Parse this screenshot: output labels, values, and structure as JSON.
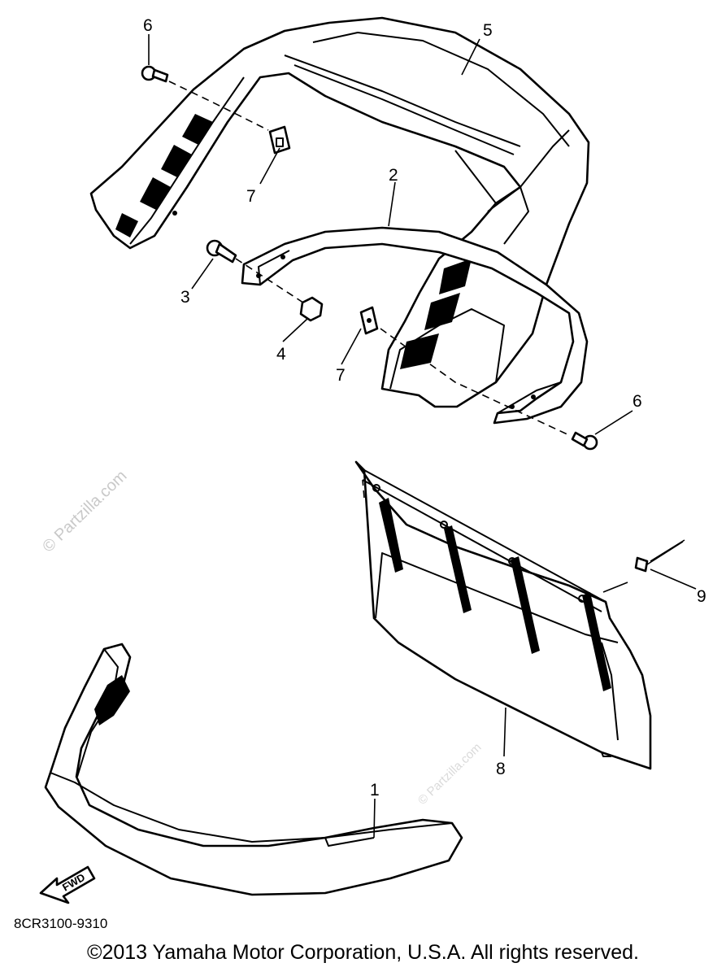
{
  "diagram": {
    "callouts": {
      "c1": "1",
      "c2": "2",
      "c3": "3",
      "c4": "4",
      "c5": "5",
      "c6a": "6",
      "c6b": "6",
      "c7a": "7",
      "c7b": "7",
      "c8": "8",
      "c9": "9"
    },
    "watermarks": [
      "© Partzilla.com",
      "© Partzilla.com"
    ],
    "fwd_label": "FWD",
    "diagram_code": "8CR3100-9310",
    "copyright": "©2013  Yamaha Motor Corporation, U.S.A. All rights reserved."
  }
}
